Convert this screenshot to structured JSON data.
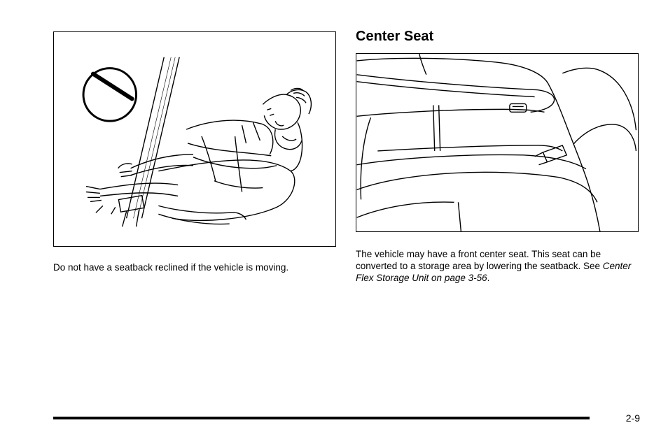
{
  "section": {
    "heading": "Center Seat"
  },
  "figures": {
    "left": {
      "icon": "prohibited-sign-icon"
    },
    "right": {
      "icon": "center-seat-illustration"
    }
  },
  "captions": {
    "left": "Do not have a seatback reclined if the vehicle is moving.",
    "right_text": "The vehicle may have a front center seat. This seat can be converted to a storage area by lowering the seatback. See ",
    "right_xref": "Center Flex Storage Unit on page 3-56",
    "right_end": "."
  },
  "footer": {
    "page_number": "2-9"
  },
  "colors": {
    "ink": "#000000",
    "paper": "#ffffff"
  }
}
